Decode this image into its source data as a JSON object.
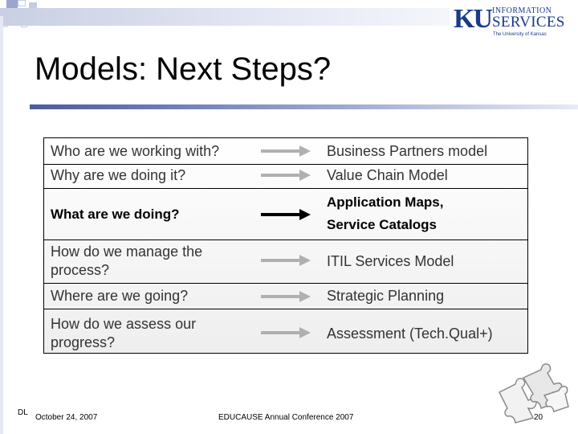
{
  "slide": {
    "title": "Models: Next Steps?"
  },
  "logo": {
    "ku": "KU",
    "line1": "INFORMATION",
    "line2": "SERVICES",
    "line3": "The University of Kansas"
  },
  "table": {
    "rows": [
      {
        "question": "Who are we working with?",
        "answer": "Business Partners model",
        "emphasis": false
      },
      {
        "question": "Why are we doing it?",
        "answer": "Value Chain Model",
        "emphasis": false
      },
      {
        "question": "What are we doing?",
        "answer": "Application Maps, Service Catalogs",
        "answer_line1": "Application Maps,",
        "answer_line2": "Service Catalogs",
        "emphasis": true
      },
      {
        "question": "How do we manage the process?",
        "question_line1": "How do we manage the",
        "question_line2": "process?",
        "answer": "ITIL Services Model",
        "emphasis": false
      },
      {
        "question": "Where are we going?",
        "answer": "Strategic Planning",
        "emphasis": false
      },
      {
        "question": "How do we assess our progress?",
        "question_line1": "How do we assess our",
        "question_line2": "progress?",
        "answer": "Assessment (Tech.Qual+)",
        "emphasis": false
      }
    ]
  },
  "footer": {
    "left_code": "DL",
    "date": "October 24, 2007",
    "conference": "EDUCAUSE Annual Conference 2007",
    "page_number": "20"
  },
  "colors": {
    "brand": "#1a3a8a",
    "arrow_normal": "#b0b0b0",
    "arrow_emphasis": "#000000"
  },
  "icons": {
    "arrow": "right-arrow-icon",
    "puzzle": "puzzle-pieces-icon"
  }
}
